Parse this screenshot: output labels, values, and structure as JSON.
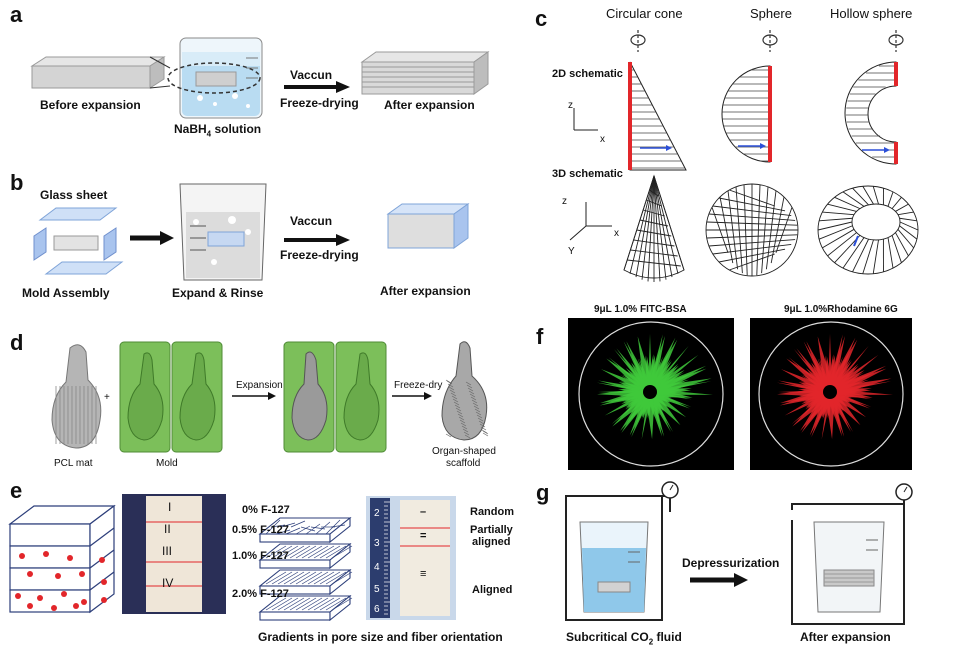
{
  "panels": {
    "a": {
      "letter": "a",
      "before": "Before expansion",
      "solution": "NaBH",
      "solution_sub": "4",
      "solution_rest": " solution",
      "step1": "Vaccun",
      "step2": "Freeze-drying",
      "after": "After expansion"
    },
    "b": {
      "letter": "b",
      "glass": "Glass sheet",
      "mold": "Mold Assembly",
      "rinse": "Expand & Rinse",
      "step1": "Vaccun",
      "step2": "Freeze-drying",
      "after": "After expansion"
    },
    "c": {
      "letter": "c",
      "col1": "Circular cone",
      "col2": "Sphere",
      "col3": "Hollow sphere",
      "row1": "2D schematic",
      "row2": "3D schematic",
      "axis_z": "z",
      "axis_x": "x",
      "axis_y": "Y"
    },
    "d": {
      "letter": "d",
      "pcl": "PCL mat",
      "plus": "+",
      "mold": "Mold",
      "expansion": "Expansion",
      "freeze": "Freeze-dry",
      "organ1": "Organ-shaped",
      "organ2": "scaffold"
    },
    "e": {
      "letter": "e",
      "roman": [
        "I",
        "II",
        "III",
        "IV"
      ],
      "conc": [
        "0% F-127",
        "0.5% F-127",
        "1.0% F-127",
        "2.0% F-127"
      ],
      "orient": [
        "Random",
        "Partially",
        "aligned",
        "Aligned"
      ],
      "ruler": [
        "2",
        "3",
        "4",
        "5",
        "6"
      ],
      "caption": "Gradients in pore size and fiber orientation"
    },
    "f": {
      "letter": "f",
      "left": "9μL 1.0% FITC-BSA",
      "right": "9μL 1.0%Rhodamine 6G"
    },
    "g": {
      "letter": "g",
      "depress": "Depressurization",
      "sub1": "Subcritical CO",
      "sub1_sub": "2",
      "sub1_rest": " fluid",
      "after": "After expansion"
    }
  },
  "colors": {
    "green": "#3fc93b",
    "red": "#e2262a",
    "blue_liquid": "#8fc8ea",
    "mold_green": "#6ab04c"
  }
}
